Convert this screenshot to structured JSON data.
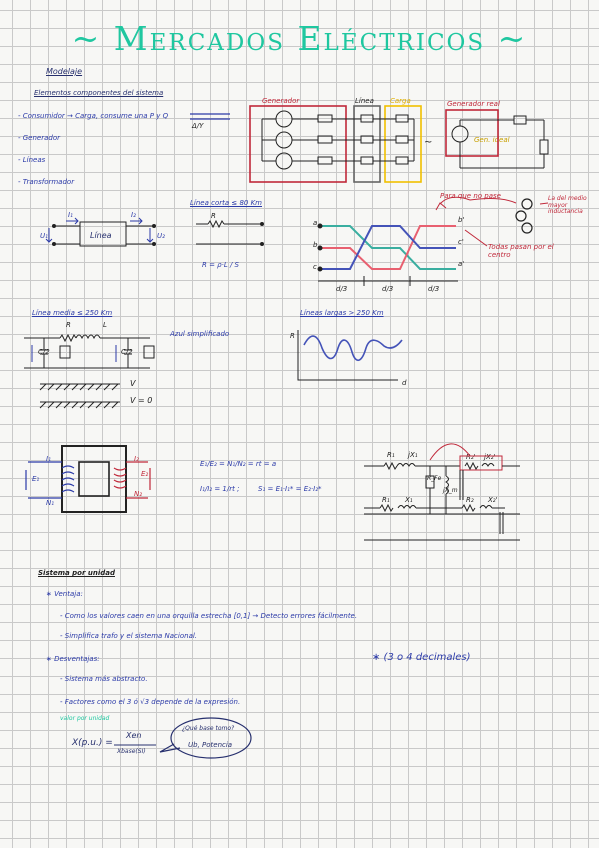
{
  "title": "~ Mercados Eléctricos ~",
  "modelaje": {
    "heading": "Modelaje",
    "subheading": "Elementos componentes del sistema",
    "items": [
      "- Consumidor → Carga, consume una P y Q",
      "- Generador",
      "- Líneas",
      "- Transformador"
    ],
    "box_labels": {
      "generador": "Generador",
      "linea": "Línea",
      "carga": "Carga",
      "generador_real": "Generador real",
      "gen_ideal": "Gen. ideal"
    },
    "three_phase_label": "Δ/Y",
    "arrow_symbol": "~"
  },
  "linea_corta": {
    "title": "Línea corta ≤ 80 Km",
    "box": "Línea",
    "labels": {
      "u1": "U₁",
      "u2": "U₂",
      "i1": "I₁",
      "i2": "I₂",
      "r": "R",
      "formula": "R = ρ·L / S"
    }
  },
  "transposicion": {
    "notes": [
      "Para que no pase",
      "La del medio mayor inductancia",
      "Todas pasan por el centro"
    ],
    "phase_labels": [
      "a",
      "b",
      "c"
    ],
    "phase_labels_out": [
      "b'",
      "c'",
      "a'"
    ],
    "segments": [
      "d/3",
      "d/3",
      "d/3"
    ]
  },
  "linea_media": {
    "title": "Línea media ≤ 250 Km",
    "note": "Azul simplificado",
    "labels": {
      "r": "R",
      "l": "L",
      "c1": "C/2",
      "c2": "C/2",
      "v": "V",
      "v0": "V = 0"
    }
  },
  "lineas_largas": {
    "title": "Líneas largas > 250 Km",
    "y_axis": "R",
    "x_axis": "d"
  },
  "transformador": {
    "labels": {
      "i1": "I₁",
      "i2": "I₂",
      "e1": "E₁",
      "e2": "E₂",
      "n1": "N₁",
      "n2": "N₂"
    },
    "eq1": "E₁/E₂ = N₁/N₂ = rt = a",
    "eq2": "I₁/I₂ = 1/rt ;",
    "eq3": "S₁ = E₁·I₁* = E₂·I₂*",
    "circuit_labels": {
      "r1": "R₁",
      "x1": "jX₁",
      "r2": "R₂'",
      "x2": "jX₂'",
      "rfe": "R_Fe",
      "xm": "jX_m",
      "r": "R₁",
      "x": "X₁",
      "r3": "R₂",
      "x3": "X₂'"
    }
  },
  "sistema": {
    "heading": "Sistema por unidad",
    "ventaja_title": "∗ Ventaja:",
    "ventajas": [
      "- Como los valores caen en una orquilla estrecha [0,1] → Detecto errores fácilmente.",
      "- Simplifica trafo y el sistema Nacional."
    ],
    "desventaja_title": "∗ Desventajas:",
    "desventajas": [
      "- Sistema más abstracto.",
      "- Factores como el 3 ó √3 depende de la expresión."
    ],
    "decimals_note": "∗ (3 o 4 decimales)",
    "per_unit_label": "valor por unidad",
    "formula_lhs": "X(p.u.) =",
    "formula_num": "Xen",
    "formula_den": "Xbase(SI)",
    "bubble_q": "¿Qué base tomo?",
    "bubble_a": "Ub, Potencia"
  }
}
